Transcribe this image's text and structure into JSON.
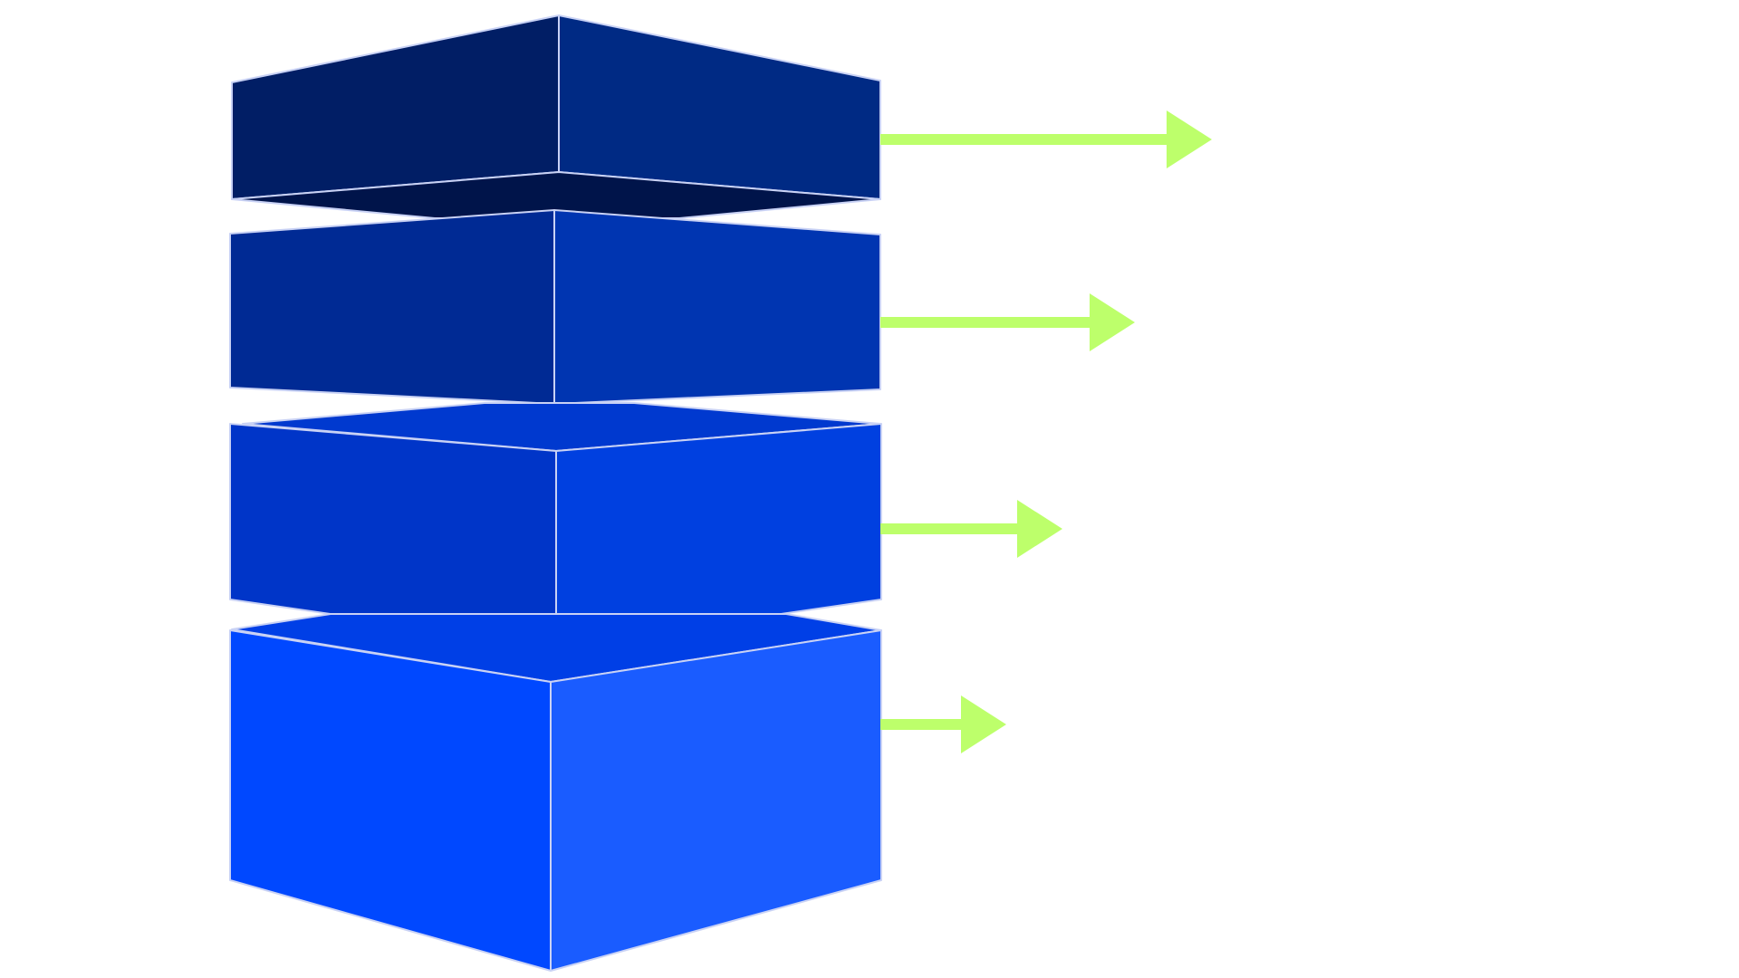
{
  "diagram": {
    "type": "stacked-layers-with-arrows",
    "layer_count": 4,
    "layers": [
      {
        "id": "layer-1",
        "order": "top",
        "colors": {
          "left": "#011E65",
          "right": "#002A84",
          "top": "#00144A"
        }
      },
      {
        "id": "layer-2",
        "order": "second",
        "colors": {
          "left": "#002A94",
          "right": "#0035B1",
          "top": "#002A94"
        }
      },
      {
        "id": "layer-3",
        "order": "third",
        "colors": {
          "left": "#0035C8",
          "right": "#0040E0",
          "top": "#0039CF"
        }
      },
      {
        "id": "layer-4",
        "order": "bottom",
        "colors": {
          "left": "#0048FF",
          "right": "#1A5CFF",
          "top": "#003FE6"
        }
      }
    ],
    "arrows": [
      {
        "id": "arrow-1",
        "level": 1,
        "relative_length": 1.0
      },
      {
        "id": "arrow-2",
        "level": 2,
        "relative_length": 0.77
      },
      {
        "id": "arrow-3",
        "level": 3,
        "relative_length": 0.55
      },
      {
        "id": "arrow-4",
        "level": 4,
        "relative_length": 0.38
      }
    ],
    "arrow_color": "#BDFF6B",
    "edge_color": "#C9D2F5",
    "background": "#FFFFFF"
  }
}
